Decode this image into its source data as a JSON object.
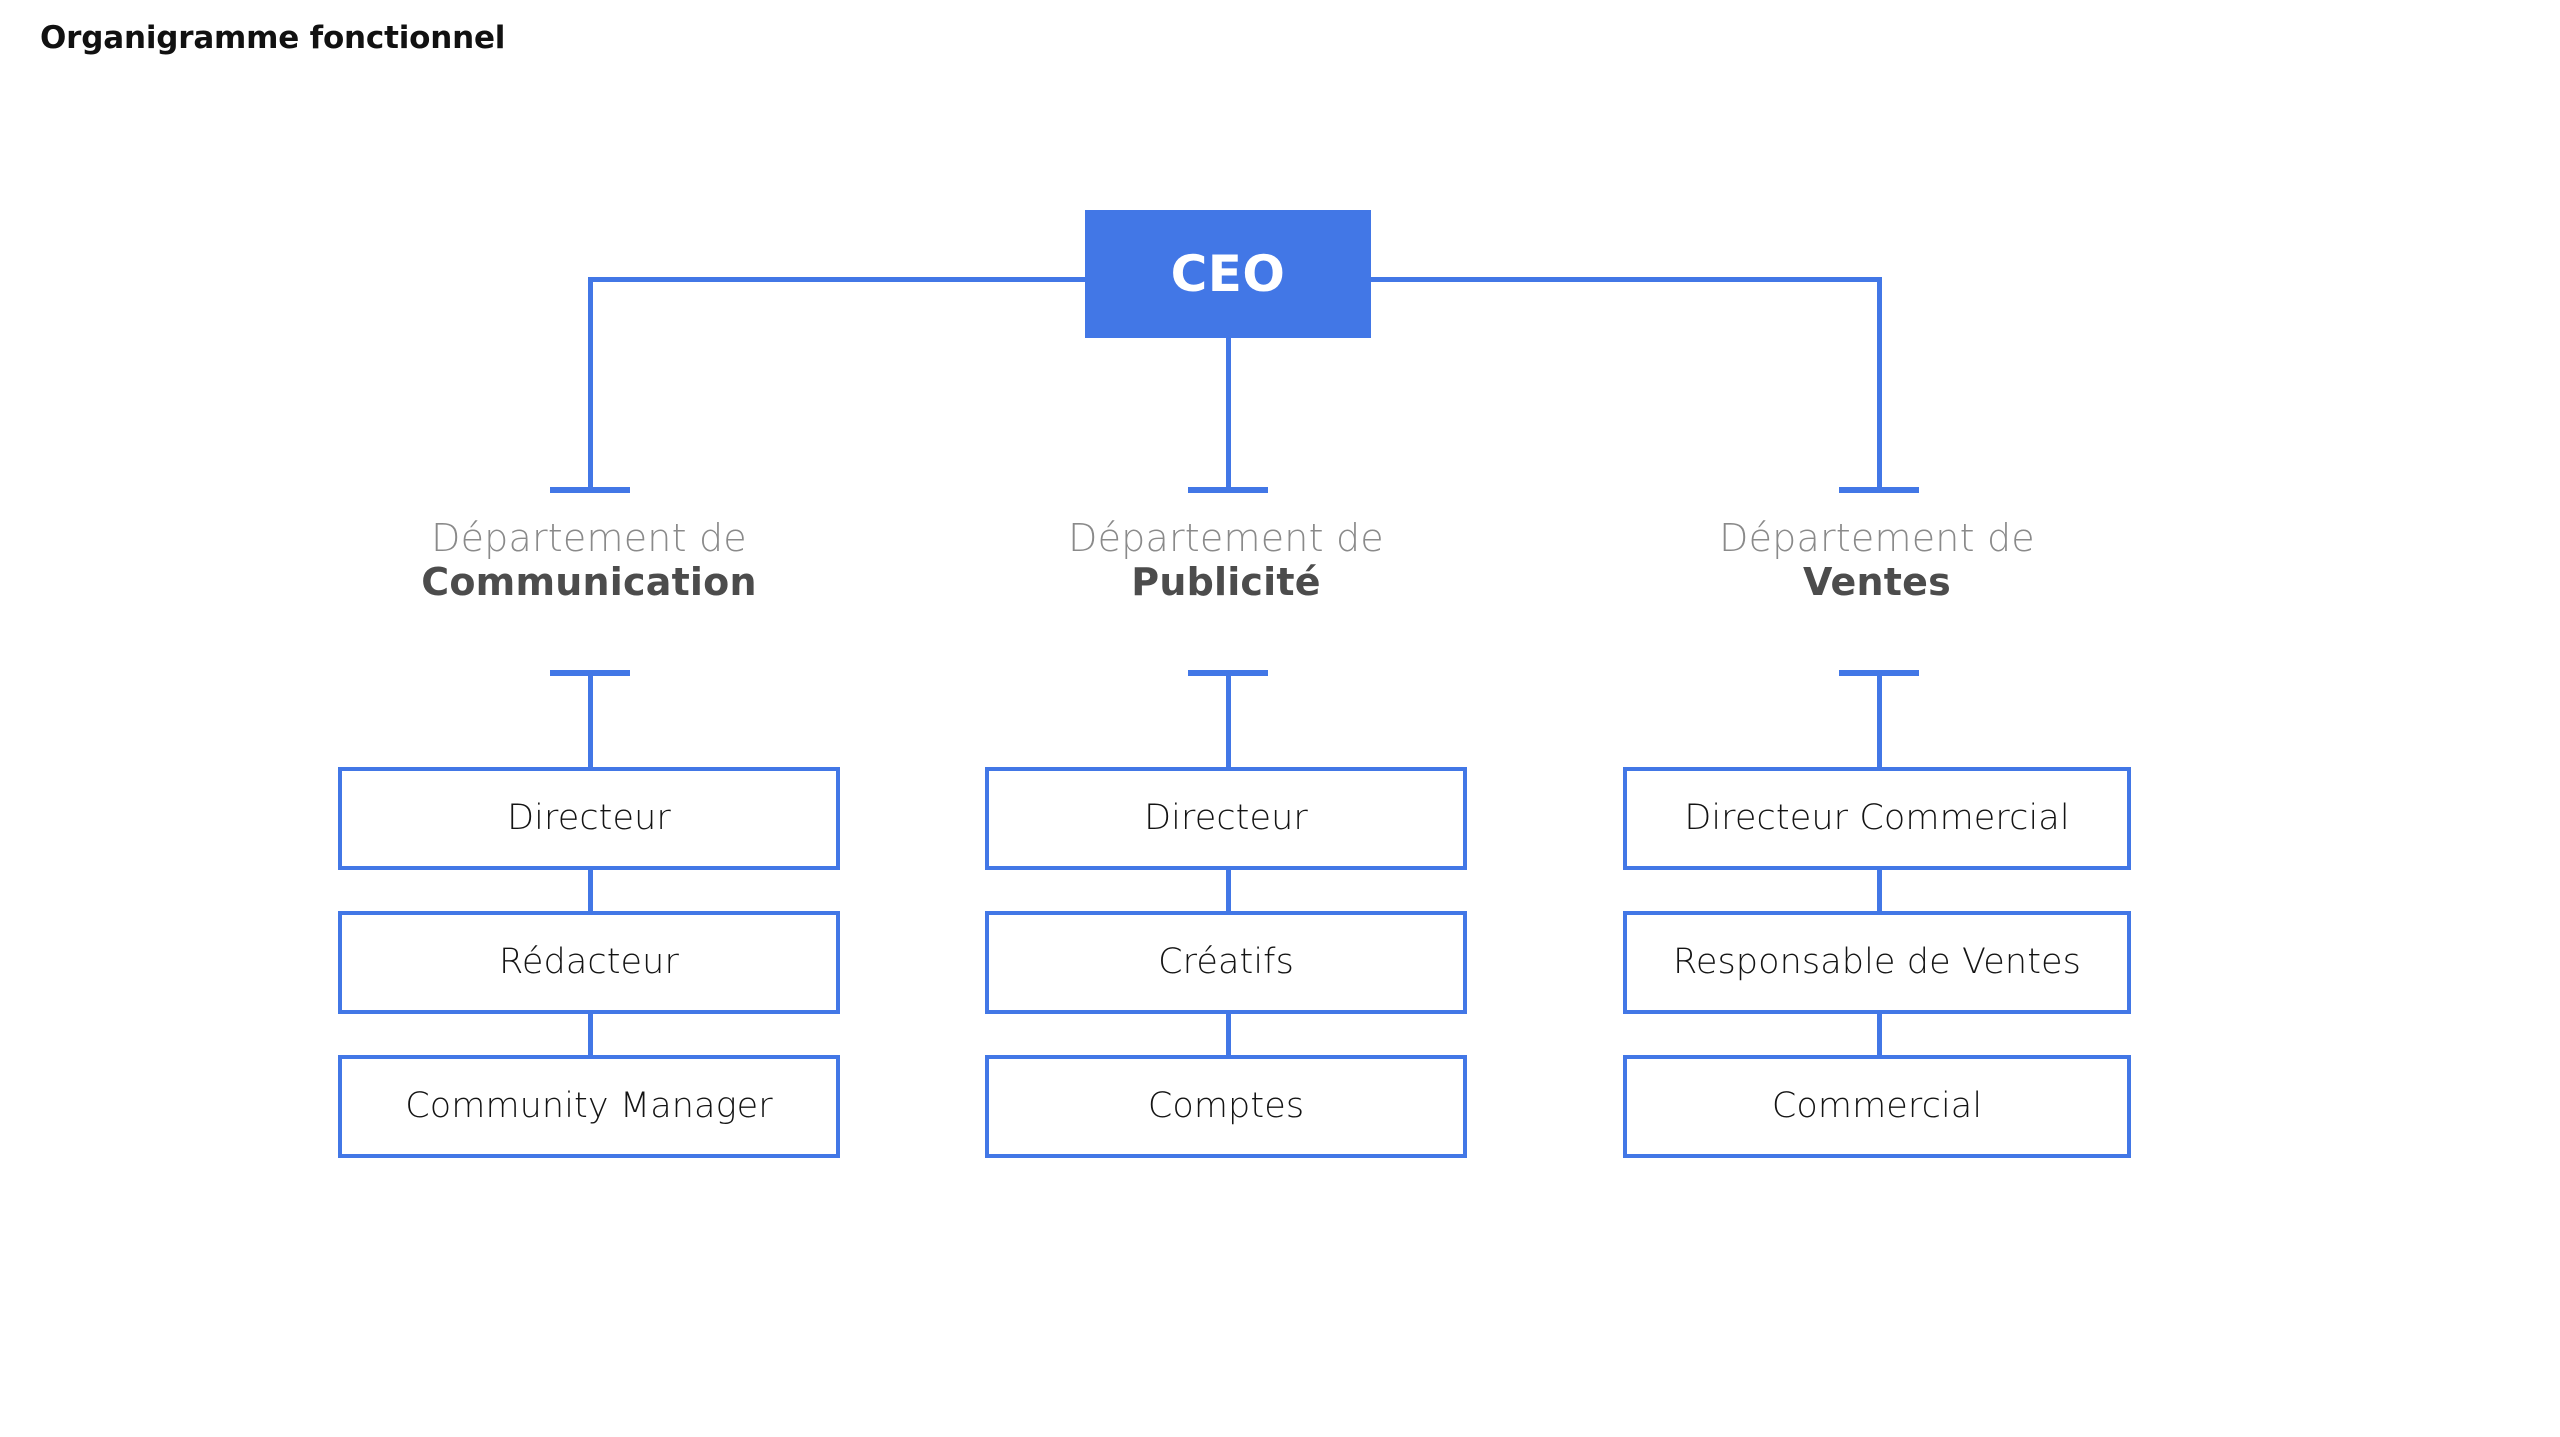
{
  "title": "Organigramme fonctionnel",
  "colors": {
    "accent": "#4277e6",
    "root_fill": "#4277e6",
    "root_text": "#ffffff",
    "heading_light": "#8a8a8a",
    "heading_bold": "#4c4c4c",
    "box_text": "#141414",
    "background": "#ffffff"
  },
  "chart_data": {
    "type": "org-chart",
    "root": {
      "label": "CEO"
    },
    "branches": [
      {
        "heading_prefix": "Département de",
        "heading_name": "Communication",
        "roles": [
          "Directeur",
          "Rédacteur",
          "Community Manager"
        ]
      },
      {
        "heading_prefix": "Département de",
        "heading_name": "Publicité",
        "roles": [
          "Directeur",
          "Créatifs",
          "Comptes"
        ]
      },
      {
        "heading_prefix": "Département de",
        "heading_name": "Ventes",
        "roles": [
          "Directeur Commercial",
          "Responsable de Ventes",
          "Commercial"
        ]
      }
    ]
  },
  "org": {
    "root_label": "CEO",
    "departments": [
      {
        "prefix": "Département de ",
        "name": "Communication",
        "roles": [
          {
            "label": "Directeur"
          },
          {
            "label": "Rédacteur"
          },
          {
            "label": "Community Manager"
          }
        ]
      },
      {
        "prefix": "Département de ",
        "name": "Publicité",
        "roles": [
          {
            "label": "Directeur"
          },
          {
            "label": "Créatifs"
          },
          {
            "label": "Comptes"
          }
        ]
      },
      {
        "prefix": "Département de ",
        "name": "Ventes",
        "roles": [
          {
            "label": "Directeur Commercial"
          },
          {
            "label": "Responsable de Ventes"
          },
          {
            "label": "Commercial"
          }
        ]
      }
    ]
  }
}
